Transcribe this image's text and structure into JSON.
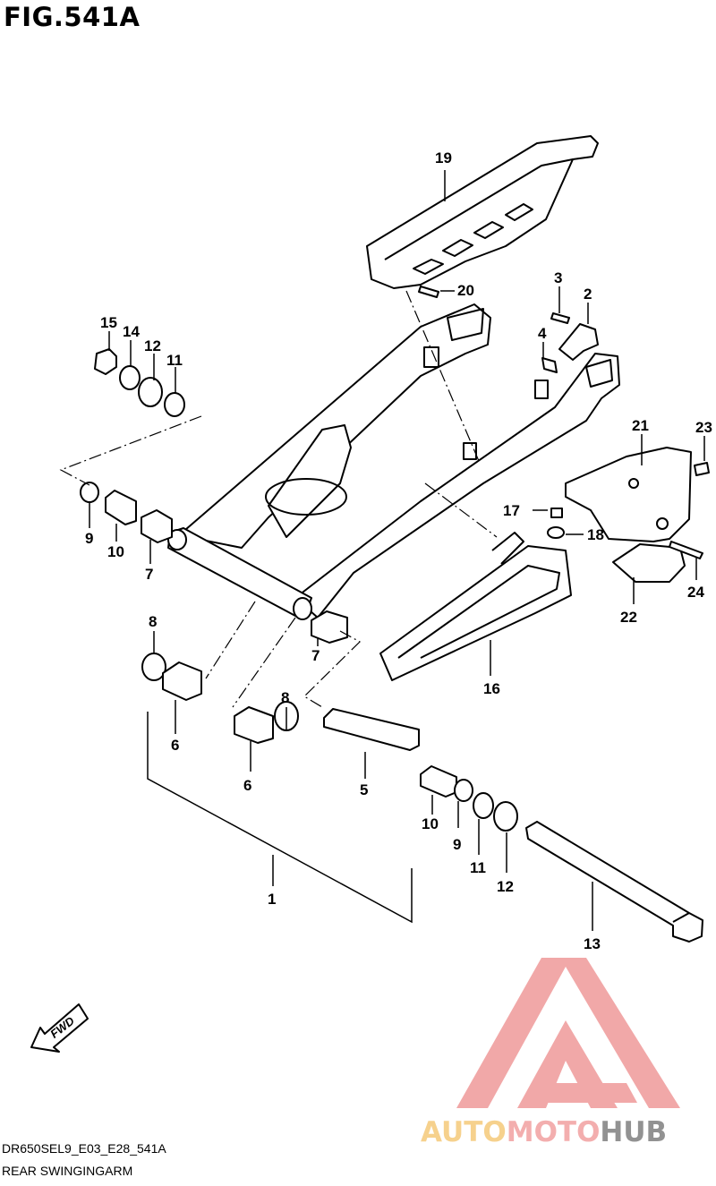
{
  "figure": {
    "title": "FIG.541A",
    "code": "DR650SEL9_E03_E28_541A",
    "caption": "REAR SWINGINGARM"
  },
  "fwd_label": "FWD",
  "callouts": [
    "1",
    "2",
    "3",
    "4",
    "5",
    "6",
    "6",
    "7",
    "7",
    "8",
    "8",
    "9",
    "9",
    "10",
    "10",
    "11",
    "11",
    "12",
    "12",
    "13",
    "14",
    "15",
    "16",
    "17",
    "18",
    "19",
    "20",
    "21",
    "22",
    "23",
    "24"
  ],
  "watermark": {
    "part1": "AUTO",
    "part2": "MOTO",
    "part3": "HUB",
    "colors": {
      "auto": "#f5c97a",
      "moto": "#f2a0a0",
      "hub": "#7f7f7f",
      "triangle": "#ef8f8f"
    }
  }
}
